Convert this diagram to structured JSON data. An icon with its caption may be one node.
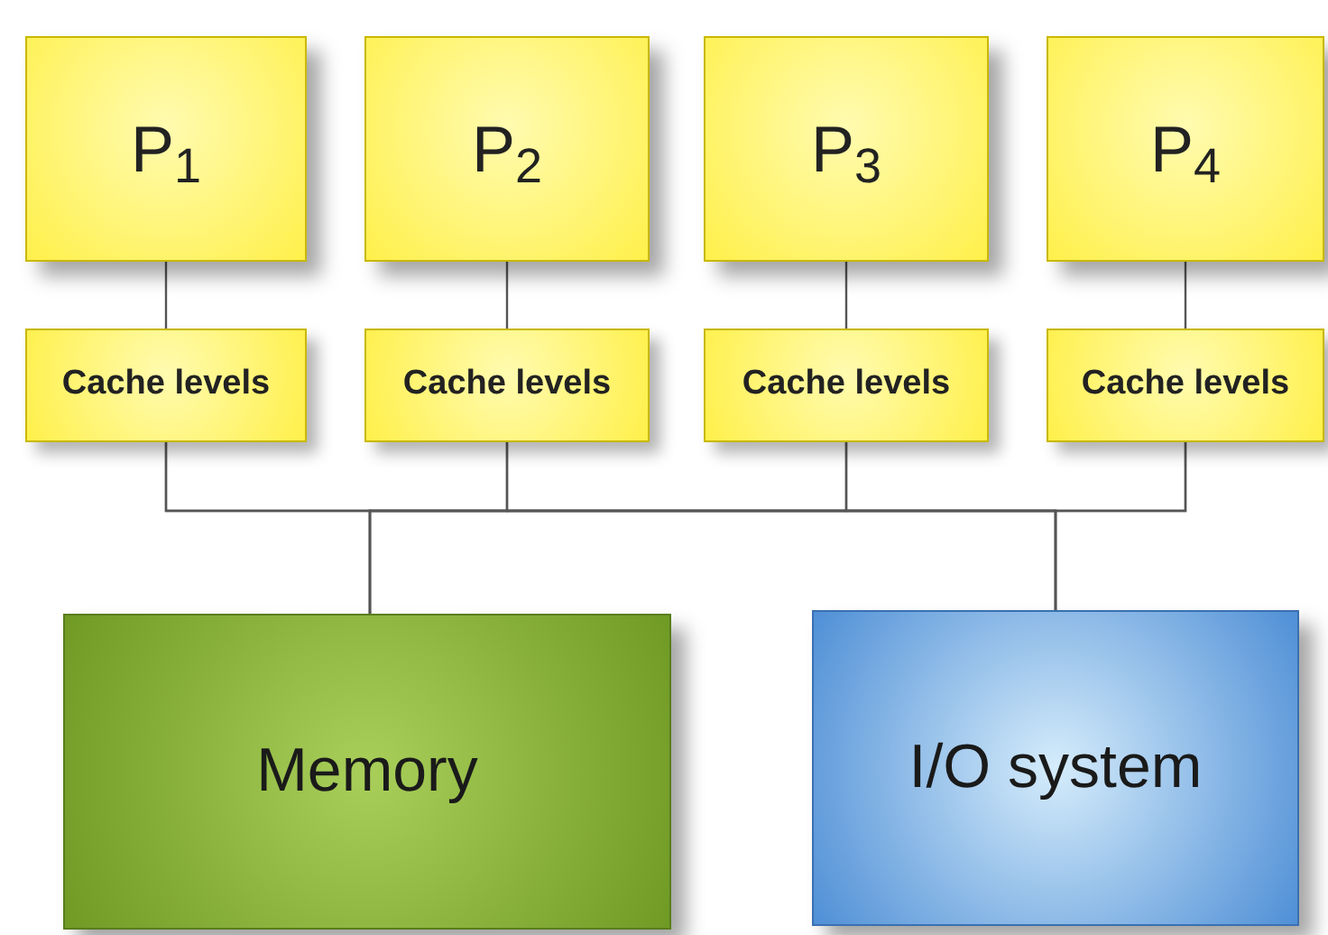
{
  "diagram": {
    "nodes": [
      {
        "text": [
          "P$_{1}$"
        ]
      },
      {
        "text": [
          "P$_{2}$"
        ]
      },
      {
        "text": [
          "P$_{3}$"
        ]
      },
      {
        "text": [
          "P$_{4}$"
        ]
      },
      {
        "text": [
          "Cache levels"
        ]
      },
      {
        "text": [
          "Cache levels"
        ]
      },
      {
        "text": [
          "Cache levels"
        ]
      },
      {
        "text": [
          "Cache levels"
        ]
      },
      {
        "text": [
          "Memory"
        ]
      },
      {
        "text": [
          "I/O system"
        ]
      }
    ],
    "edges": [
      {
        "from": 0,
        "to": 4,
        "arrow": "none"
      },
      {
        "from": 1,
        "to": 5,
        "arrow": "none"
      },
      {
        "from": 2,
        "to": 6,
        "arrow": "none"
      },
      {
        "from": 3,
        "to": 7,
        "arrow": "none"
      },
      {
        "from": 4,
        "to": 8,
        "arrow": "none"
      },
      {
        "from": 5,
        "to": 8,
        "arrow": "none"
      },
      {
        "from": 6,
        "to": 8,
        "arrow": "none"
      },
      {
        "from": 7,
        "to": 8,
        "arrow": "none"
      },
      {
        "from": 4,
        "to": 9,
        "arrow": "none"
      },
      {
        "from": 5,
        "to": 9,
        "arrow": "none"
      },
      {
        "from": 6,
        "to": 9,
        "arrow": "none"
      },
      {
        "from": 7,
        "to": 9,
        "arrow": "none"
      }
    ]
  }
}
